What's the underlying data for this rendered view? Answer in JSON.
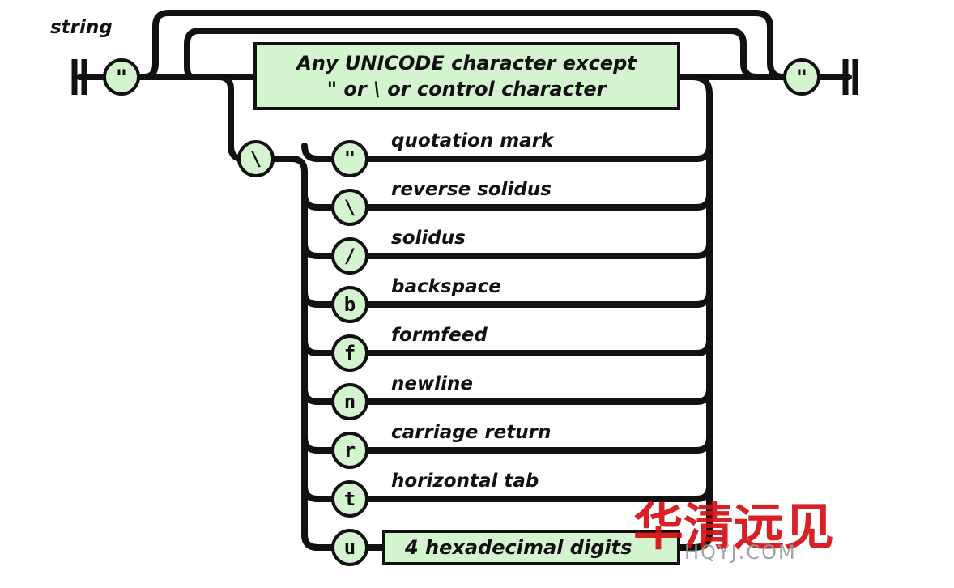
{
  "title": "string",
  "quote_terminal": "\"",
  "backslash_terminal": "\\",
  "main_box": {
    "line1": "Any UNICODE character except",
    "line2": "\"   or   \\   or control character"
  },
  "escapes": [
    {
      "char": "\"",
      "label": "quotation mark"
    },
    {
      "char": "\\",
      "label": "reverse solidus"
    },
    {
      "char": "/",
      "label": "solidus"
    },
    {
      "char": "b",
      "label": "backspace"
    },
    {
      "char": "f",
      "label": "formfeed"
    },
    {
      "char": "n",
      "label": "newline"
    },
    {
      "char": "r",
      "label": "carriage return"
    },
    {
      "char": "t",
      "label": "horizontal tab"
    },
    {
      "char": "u",
      "label": ""
    }
  ],
  "hex_box": "4 hexadecimal digits",
  "watermark": {
    "cn": "华清远见",
    "en": "HQYJ.COM"
  },
  "colors": {
    "terminal_fill": "#d4f4cf",
    "line": "#111111",
    "watermark_red": "#d40f12"
  }
}
